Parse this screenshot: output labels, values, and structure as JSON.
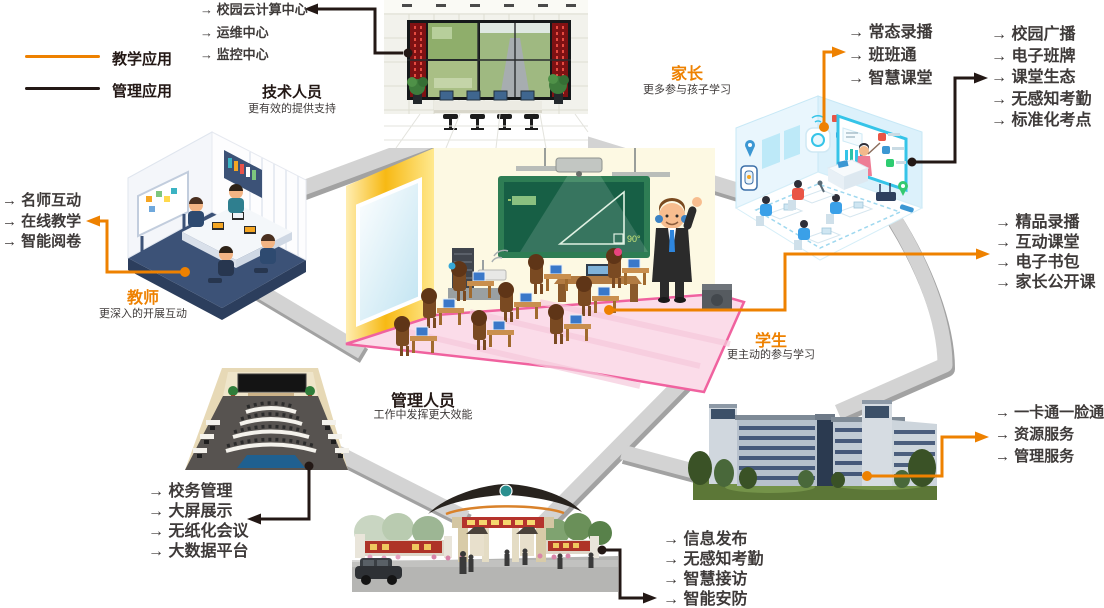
{
  "legend": {
    "teaching": {
      "label": "教学应用",
      "color": "#ee8100"
    },
    "management": {
      "label": "管理应用",
      "color": "#231815"
    }
  },
  "roles": {
    "tech": {
      "name": "技术人员",
      "desc": "更有效的提供支持"
    },
    "parent": {
      "name": "家长",
      "desc": "更多参与孩子学习"
    },
    "teacher": {
      "name": "教师",
      "desc": "更深入的开展互动"
    },
    "admin": {
      "name": "管理人员",
      "desc": "工作中发挥更大效能"
    },
    "student": {
      "name": "学生",
      "desc": "更主动的参与学习"
    }
  },
  "lists": {
    "tech_center": {
      "type": "management",
      "items": [
        "→ 校园云计算中心",
        "→ 运维中心",
        "→ 监控中心"
      ]
    },
    "parent_teaching": {
      "type": "teaching",
      "items": [
        "→ 常态录播",
        "→ 班班通",
        "→ 智慧课堂"
      ]
    },
    "campus_management": {
      "type": "management",
      "items": [
        "→ 校园广播",
        "→ 电子班牌",
        "→ 课堂生态",
        "→ 无感知考勤",
        "→ 标准化考点"
      ]
    },
    "teacher_teaching": {
      "type": "teaching",
      "items": [
        "→ 名师互动",
        "→ 在线教学",
        "→ 智能阅卷"
      ]
    },
    "student_teaching": {
      "type": "teaching",
      "items": [
        "→ 精品录播",
        "→ 互动课堂",
        "→ 电子书包",
        "→ 家长公开课"
      ]
    },
    "dorm_services": {
      "type": "teaching",
      "items": [
        "→ 一卡通一脸通",
        "→ 资源服务",
        "→ 管理服务"
      ]
    },
    "hall_management": {
      "type": "management",
      "items": [
        "→ 校务管理",
        "→ 大屏展示",
        "→ 无纸化会议",
        "→ 大数据平台"
      ]
    },
    "gate_management": {
      "type": "management",
      "items": [
        "→ 信息发布",
        "→ 无感知考勤",
        "→ 智慧接访",
        "→ 智能安防"
      ]
    }
  },
  "scenes": {
    "classroom_board_text": "90°"
  },
  "colors": {
    "teaching_accent": "#ee8100",
    "management_accent": "#231815",
    "road": "#d3d3d3"
  }
}
